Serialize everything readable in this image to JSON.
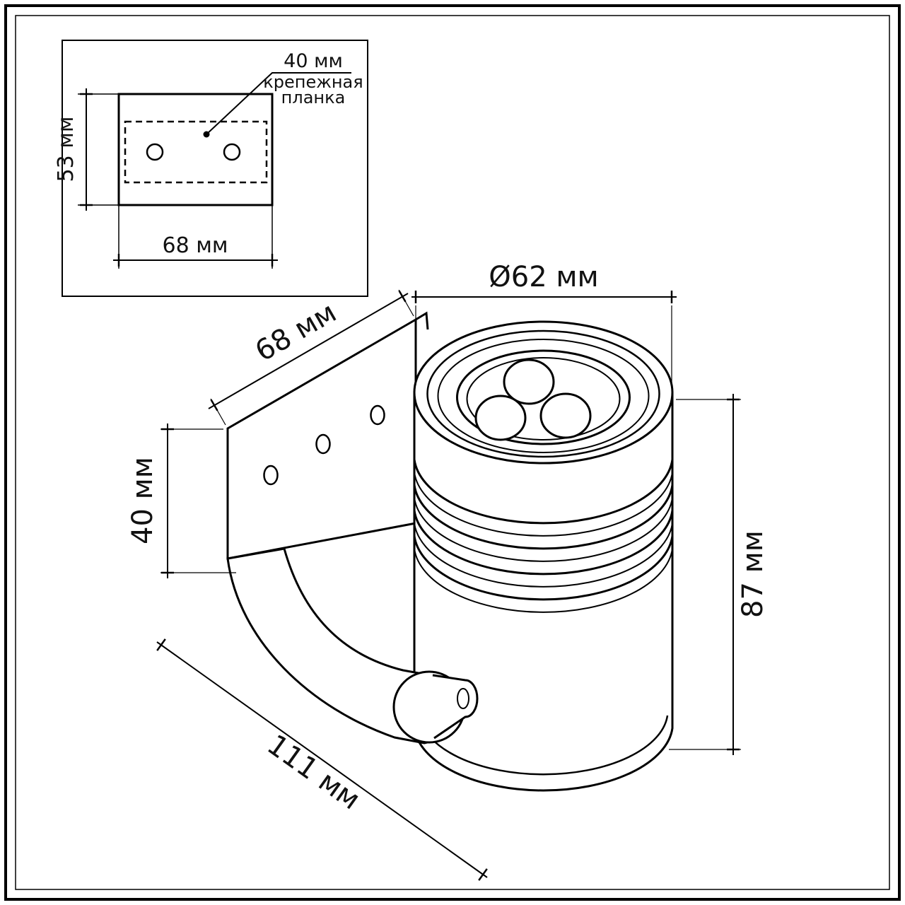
{
  "meta": {
    "type": "technical-dimension-drawing",
    "units": "мм",
    "colors": {
      "line": "#000000",
      "background": "#ffffff"
    }
  },
  "inset": {
    "plate_height": "53 мм",
    "plate_width": "68 мм",
    "callout_size": "40 мм",
    "callout_line1": "крепежная",
    "callout_line2": "планка"
  },
  "main": {
    "diameter": "Ø62 мм",
    "bracket_width": "68 мм",
    "bracket_height": "40 мм",
    "body_height": "87 мм",
    "overall_depth": "111 мм"
  }
}
